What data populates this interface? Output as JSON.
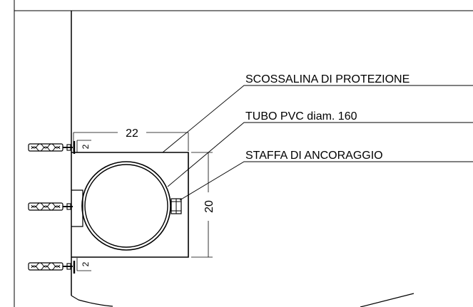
{
  "labels": {
    "flashing": "SCOSSALINA DI PROTEZIONE",
    "pipe": "TUBO PVC diam. 160",
    "bracket": "STAFFA DI ANCORAGGIO"
  },
  "dimensions": {
    "width": "22",
    "height": "20",
    "offset_top": "2",
    "offset_bottom": "2"
  }
}
